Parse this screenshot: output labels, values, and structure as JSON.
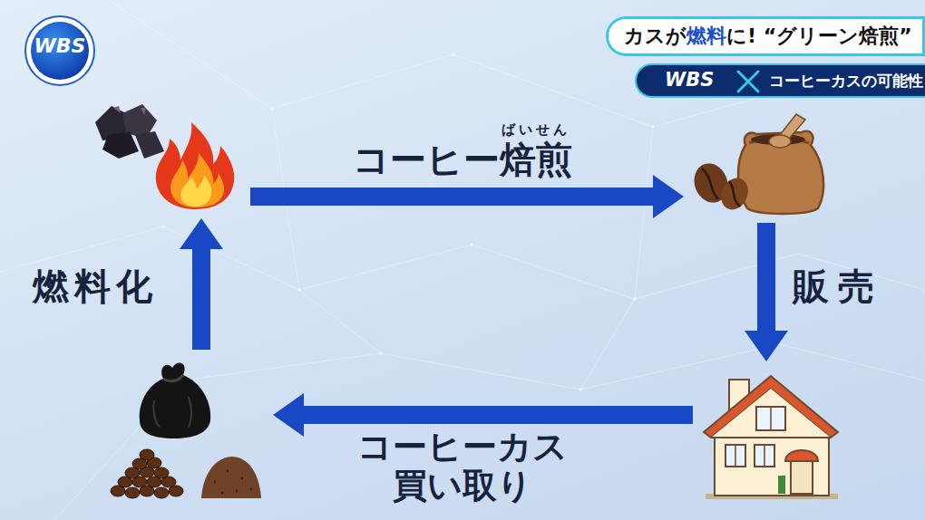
{
  "diagram": {
    "nodes": [
      {
        "text": []
      },
      {
        "text": []
      },
      {
        "text": []
      },
      {
        "text": []
      }
    ],
    "edges": [
      {
        "from": 0,
        "to": 1,
        "arrow": "to",
        "label": "コーヒー焙煎"
      },
      {
        "from": 1,
        "to": 2,
        "arrow": "to",
        "label": "販売"
      },
      {
        "from": 2,
        "to": 3,
        "arrow": "to",
        "label": "コーヒーカス 買い取り"
      },
      {
        "from": 3,
        "to": 0,
        "arrow": "to",
        "label": "燃料化"
      }
    ],
    "labels": [
      "WBS",
      "カスが",
      "燃料",
      "に! “グリーン焙煎”",
      "WBS",
      "コーヒーカスの可能性",
      "ばいせん"
    ]
  }
}
